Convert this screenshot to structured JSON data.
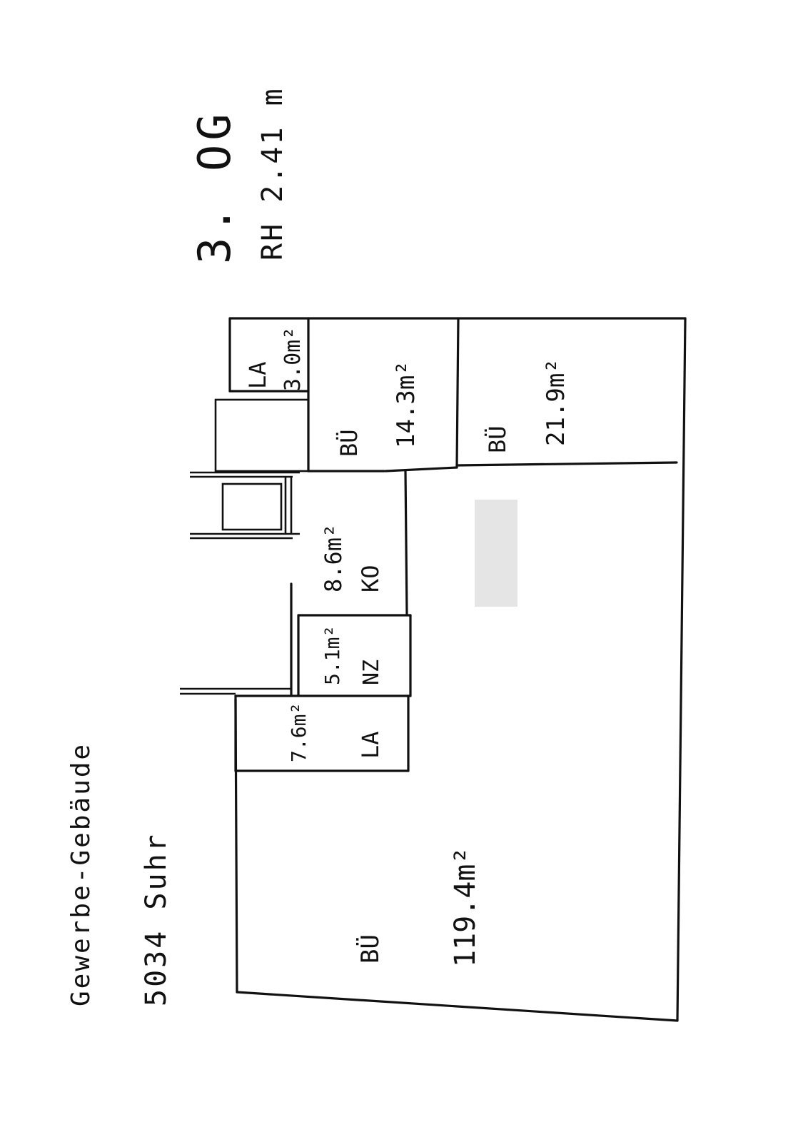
{
  "header": {
    "floor": "3. OG",
    "room_height": "RH 2.41 m"
  },
  "building": {
    "type": "Gewerbe-Gebäude",
    "location": "5034 Suhr"
  },
  "rooms": [
    {
      "id": "la-small",
      "code": "LA",
      "area": "3.0m²"
    },
    {
      "id": "bu-14",
      "code": "BÜ",
      "area": "14.3m²"
    },
    {
      "id": "bu-21",
      "code": "BÜ",
      "area": "21.9m²"
    },
    {
      "id": "ko",
      "code": "KO",
      "area": "8.6m²"
    },
    {
      "id": "nz",
      "code": "NZ",
      "area": "5.1m²"
    },
    {
      "id": "la-76",
      "code": "LA",
      "area": "7.6m²"
    },
    {
      "id": "bu-main",
      "code": "BÜ",
      "area": "119.4m²"
    }
  ]
}
